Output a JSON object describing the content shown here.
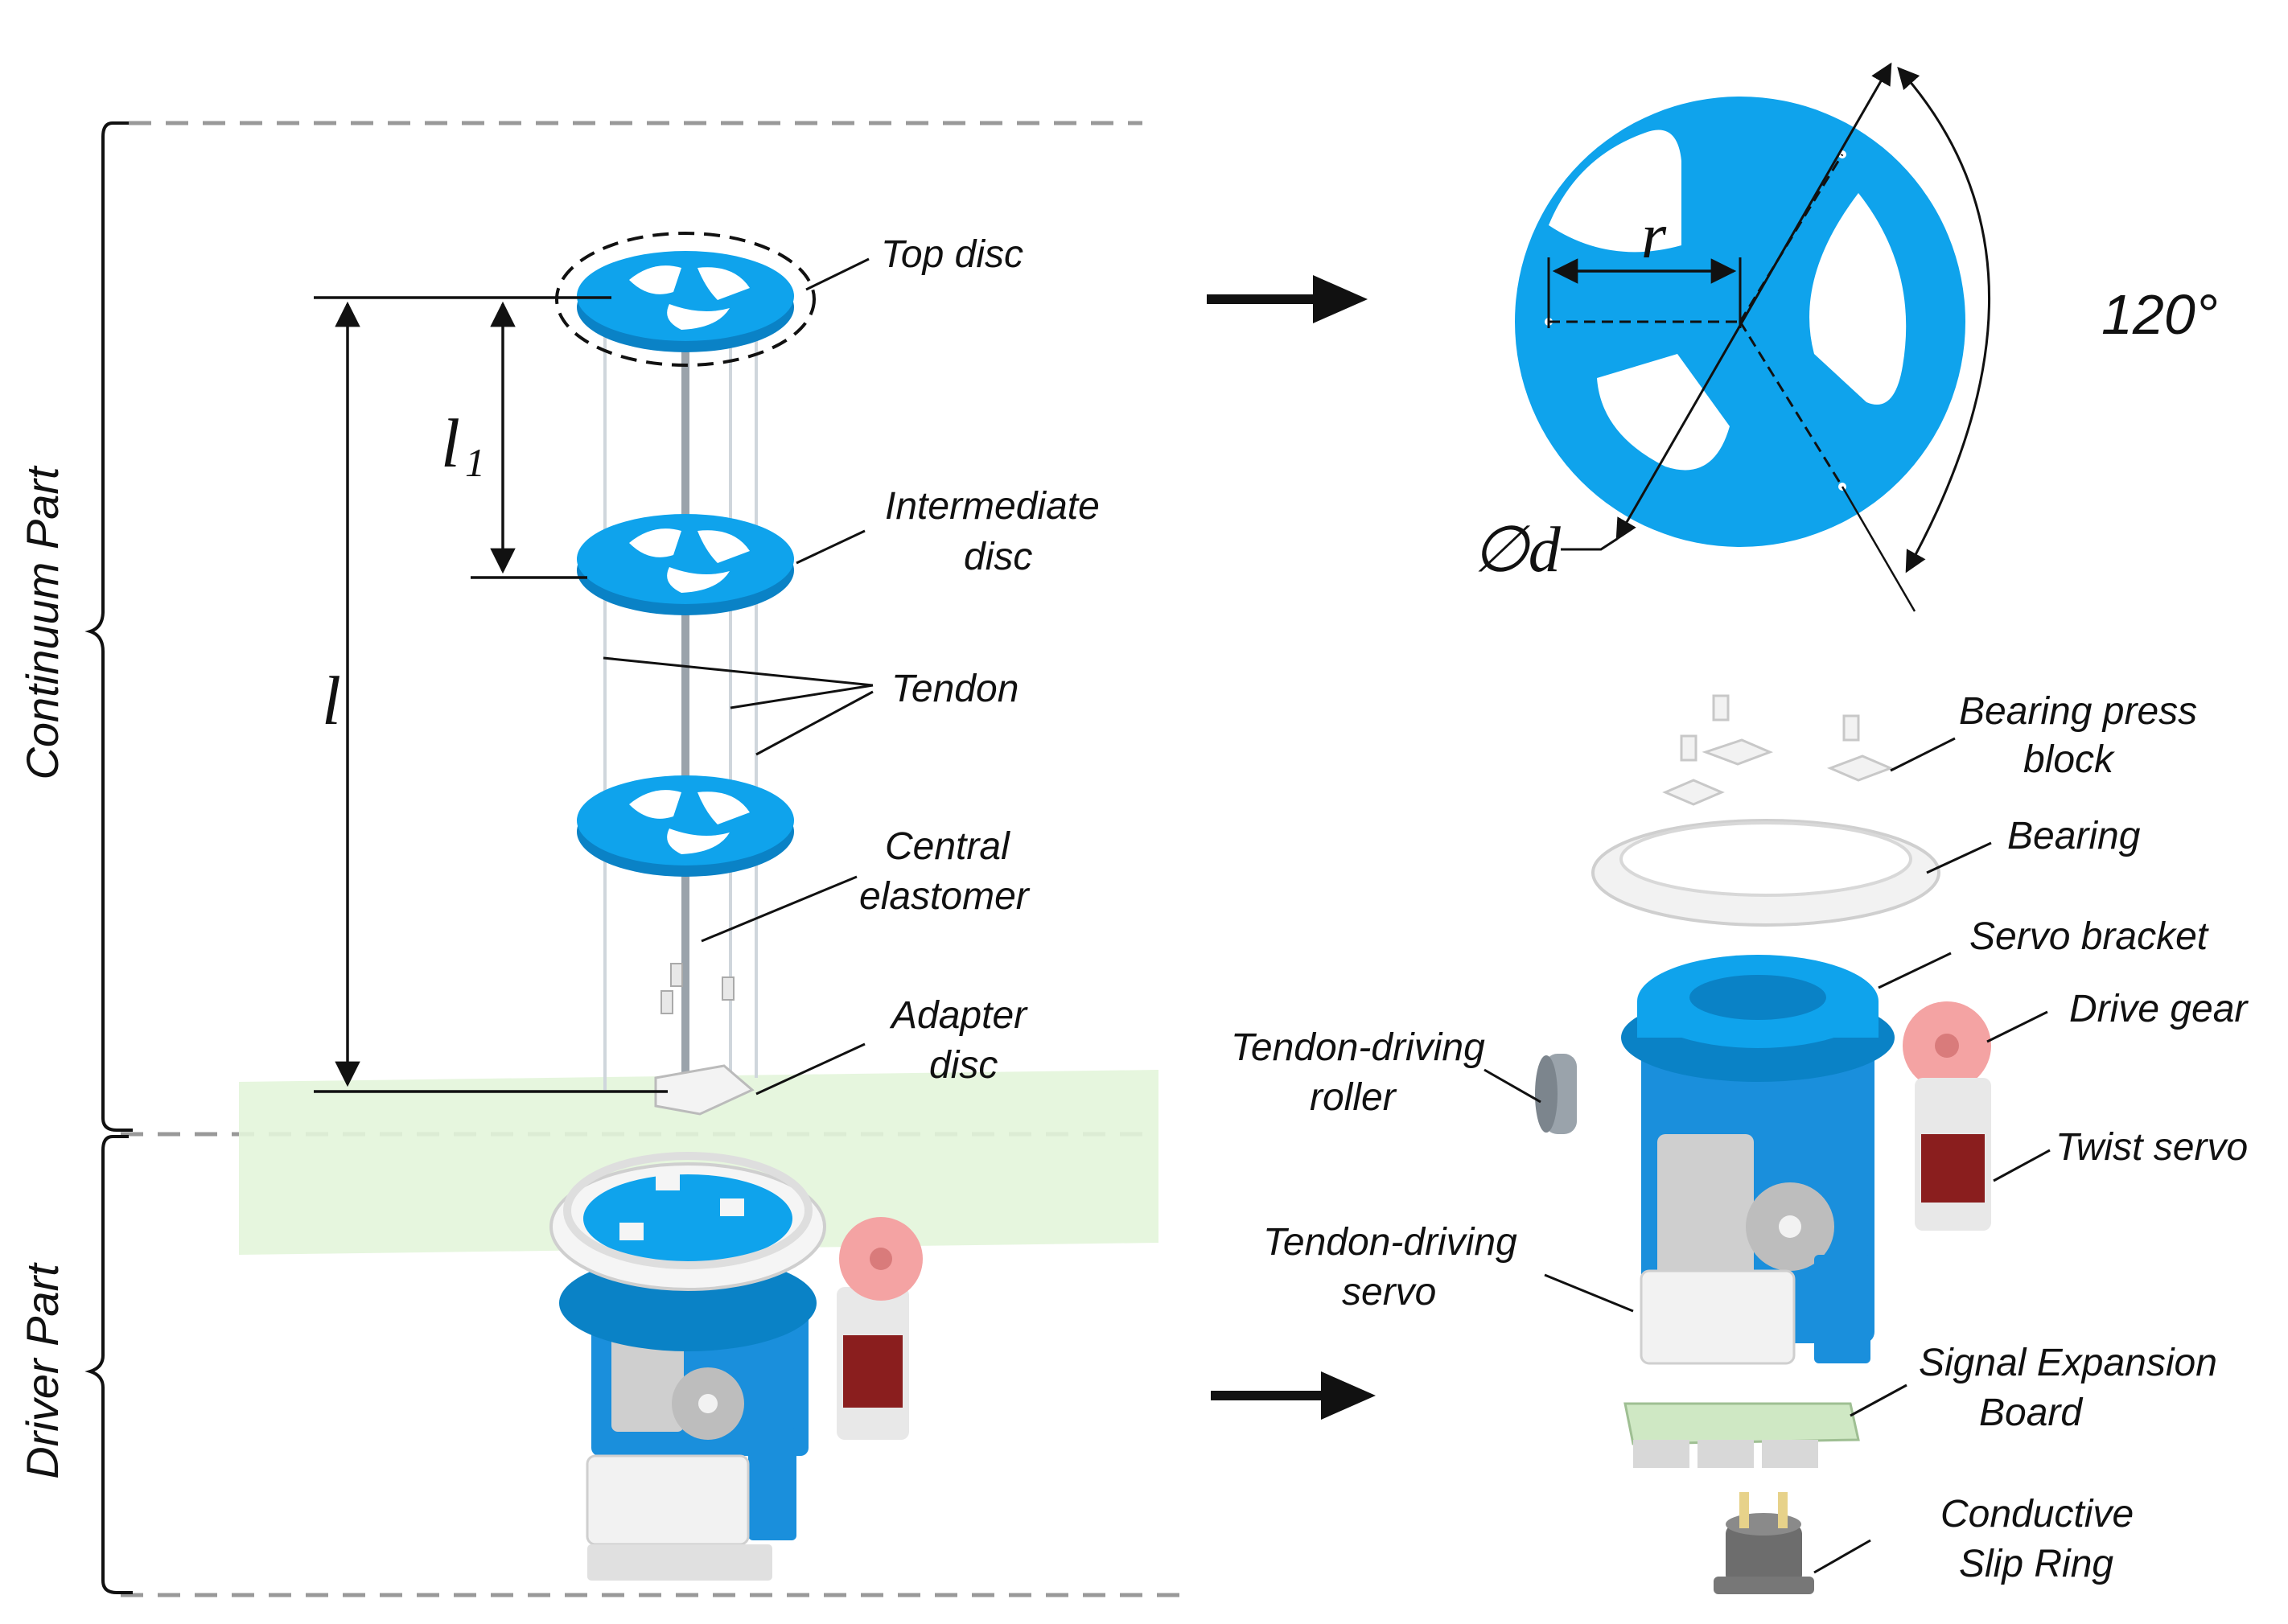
{
  "sections": {
    "continuum": "Continuum Part",
    "driver": "Driver Part"
  },
  "dimensions": {
    "l": "l",
    "l1": "l",
    "l1_sub": "1",
    "r": "r",
    "d": "∅d",
    "angle": "120°"
  },
  "labels": {
    "top_disc": "Top disc",
    "intermediate_disc": [
      "Intermediate",
      "disc"
    ],
    "tendon": "Tendon",
    "central_elastomer": [
      "Central",
      "elastomer"
    ],
    "adapter_disc": [
      "Adapter",
      "disc"
    ],
    "bearing_press_block": [
      "Bearing press",
      "block"
    ],
    "bearing": "Bearing",
    "servo_bracket": "Servo bracket",
    "drive_gear": "Drive gear",
    "tendon_driving_roller": [
      "Tendon-driving",
      "roller"
    ],
    "twist_servo": "Twist servo",
    "tendon_driving_servo": [
      "Tendon-driving",
      "servo"
    ],
    "signal_expansion_board": [
      "Signal Expansion",
      "Board"
    ],
    "conductive_slip_ring": [
      "Conductive",
      "Slip Ring"
    ]
  },
  "colors": {
    "disc_blue": "#0fa3ec",
    "gear_pink": "#f4a3a3",
    "servo_red": "#8a1e1e",
    "base_green": "#e3f5da"
  }
}
